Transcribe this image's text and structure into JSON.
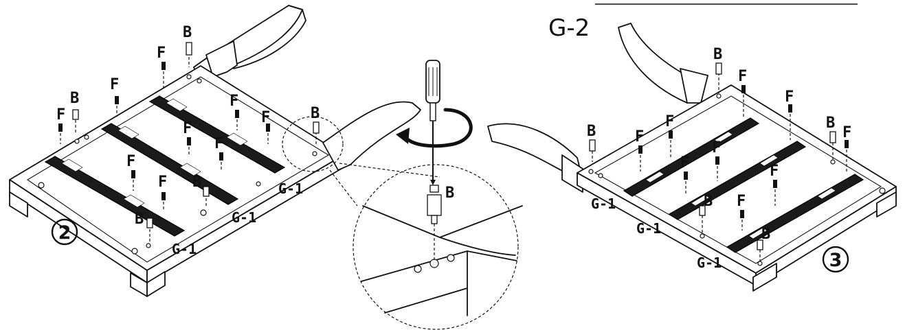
{
  "labels": {
    "part_b": "B",
    "part_f": "F",
    "part_g1": "G-1",
    "part_g2": "G-2"
  },
  "steps": {
    "left": "2",
    "right": "3"
  },
  "icons": {
    "screwdriver": "screwdriver-icon",
    "rotate": "clockwise-rotation-arrow-icon"
  },
  "colors": {
    "line": "#111111",
    "rail": "#1b1b1b",
    "background": "#ffffff"
  }
}
